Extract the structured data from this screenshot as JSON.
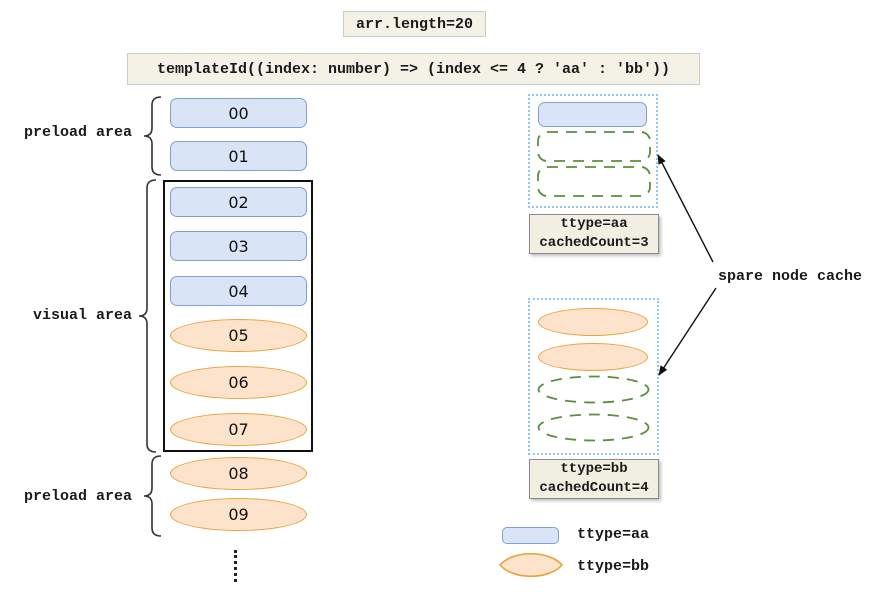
{
  "header": {
    "array_length": "arr.length=20",
    "template_code": "templateId((index: number) => (index <= 4 ? 'aa' : 'bb'))"
  },
  "list": {
    "regions": [
      {
        "label": "preload area"
      },
      {
        "label": "visual area"
      },
      {
        "label": "preload area"
      }
    ],
    "items": [
      {
        "label": "00",
        "ttype": "aa"
      },
      {
        "label": "01",
        "ttype": "aa"
      },
      {
        "label": "02",
        "ttype": "aa"
      },
      {
        "label": "03",
        "ttype": "aa"
      },
      {
        "label": "04",
        "ttype": "aa"
      },
      {
        "label": "05",
        "ttype": "bb"
      },
      {
        "label": "06",
        "ttype": "bb"
      },
      {
        "label": "07",
        "ttype": "bb"
      },
      {
        "label": "08",
        "ttype": "bb"
      },
      {
        "label": "09",
        "ttype": "bb"
      }
    ]
  },
  "cache": {
    "annotation": "spare node cache",
    "groups": [
      {
        "ttype_line": "ttype=aa",
        "count_line": "cachedCount=3",
        "solid_nodes": 1,
        "dashed_nodes": 2,
        "shape": "rect"
      },
      {
        "ttype_line": "ttype=bb",
        "count_line": "cachedCount=4",
        "solid_nodes": 2,
        "dashed_nodes": 2,
        "shape": "ellipse"
      }
    ]
  },
  "legend": {
    "entries": [
      {
        "label": "ttype=aa",
        "shape": "rect"
      },
      {
        "label": "ttype=bb",
        "shape": "ellipse"
      }
    ]
  },
  "colors": {
    "aa_fill": "#d9e5f7",
    "aa_border": "#7f9fd1",
    "bb_fill": "#fde3cc",
    "bb_border": "#e7a33c",
    "dashed_cache_node": "#5b8f3d",
    "cache_box_border": "#8ec6f5",
    "label_box_bg": "#f1efe2",
    "header_box_bg": "#f4f2e7",
    "outline": "#111111"
  }
}
